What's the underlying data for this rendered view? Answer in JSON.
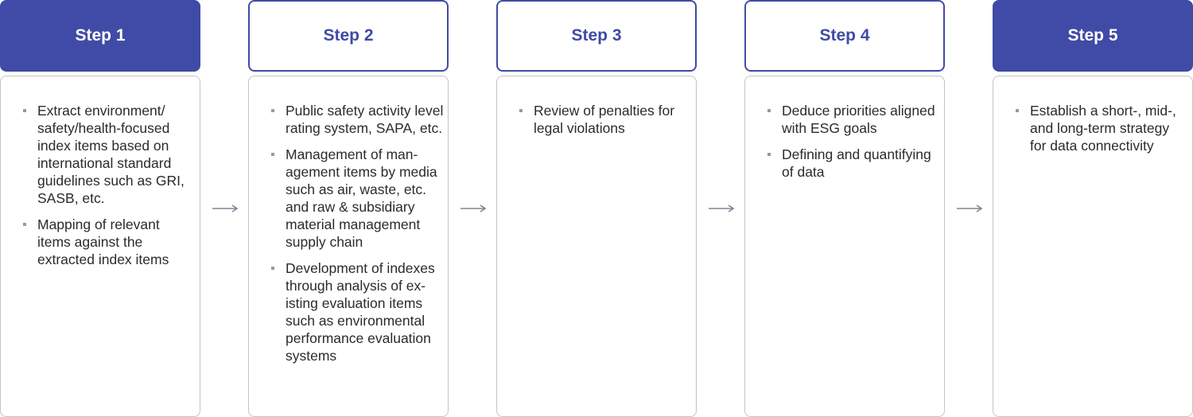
{
  "colors": {
    "accent": "#3f4ba6",
    "body_border": "#c4c4c4",
    "text": "#2b2b2b",
    "bullet": "#9a9a9a",
    "arrow": "#7d8594"
  },
  "steps": [
    {
      "title": "Step 1",
      "filled": true,
      "items": [
        "Extract environment/ safety/health-focused index items based on international standard guidelines such as GRI, SASB, etc.",
        "Mapping of relevant items against the extracted index items"
      ]
    },
    {
      "title": "Step 2",
      "filled": false,
      "items": [
        "Public safety activity level rating system, SAPA, etc.",
        "Management of man­agement items by media such as air, waste, etc. and raw & subsidiary material management supply chain",
        "Development of indexes through analysis of ex­isting evaluation items such as environmental performance evaluation systems"
      ]
    },
    {
      "title": "Step 3",
      "filled": false,
      "items": [
        "Review of penalties for legal violations"
      ]
    },
    {
      "title": "Step 4",
      "filled": false,
      "items": [
        "Deduce priorities aligned with ESG goals",
        "Defining and quantify­ing of data"
      ]
    },
    {
      "title": "Step 5",
      "filled": true,
      "items": [
        "Establish a short-, mid-, and long-term strategy for data connectivity"
      ]
    }
  ],
  "arrow_icon": "arrow-right-icon"
}
